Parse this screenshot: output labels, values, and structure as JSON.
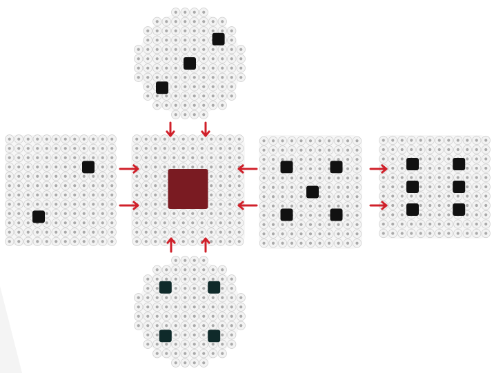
{
  "title": "",
  "colors": {
    "bead": "#f3f3f3",
    "bead_shadow": "#cfcfcf",
    "bead_hole": "#a9a9a9",
    "pip": "#111111",
    "pip_dark_teal": "#0f2a2a",
    "center_square": "#7a1b22",
    "arrow": "#d0202a",
    "page_background": "#ffffff"
  },
  "faces": [
    {
      "id": "top",
      "pips": 3,
      "pip_color": "pip"
    },
    {
      "id": "left",
      "pips": 2,
      "pip_color": "pip"
    },
    {
      "id": "center",
      "pips": 0,
      "fill": "center_square"
    },
    {
      "id": "right",
      "pips": 5,
      "pip_color": "pip"
    },
    {
      "id": "far-right",
      "pips": 6,
      "pip_color": "pip"
    },
    {
      "id": "bottom",
      "pips": 4,
      "pip_color": "pip_dark_teal"
    }
  ],
  "connections": [
    {
      "from": "top",
      "to": "center",
      "count": 2
    },
    {
      "from": "left",
      "to": "center",
      "count": 2
    },
    {
      "from": "bottom",
      "to": "center",
      "count": 2
    },
    {
      "from": "right",
      "to": "center",
      "count": 2
    },
    {
      "from": "right",
      "to": "far-right",
      "count": 2
    }
  ]
}
